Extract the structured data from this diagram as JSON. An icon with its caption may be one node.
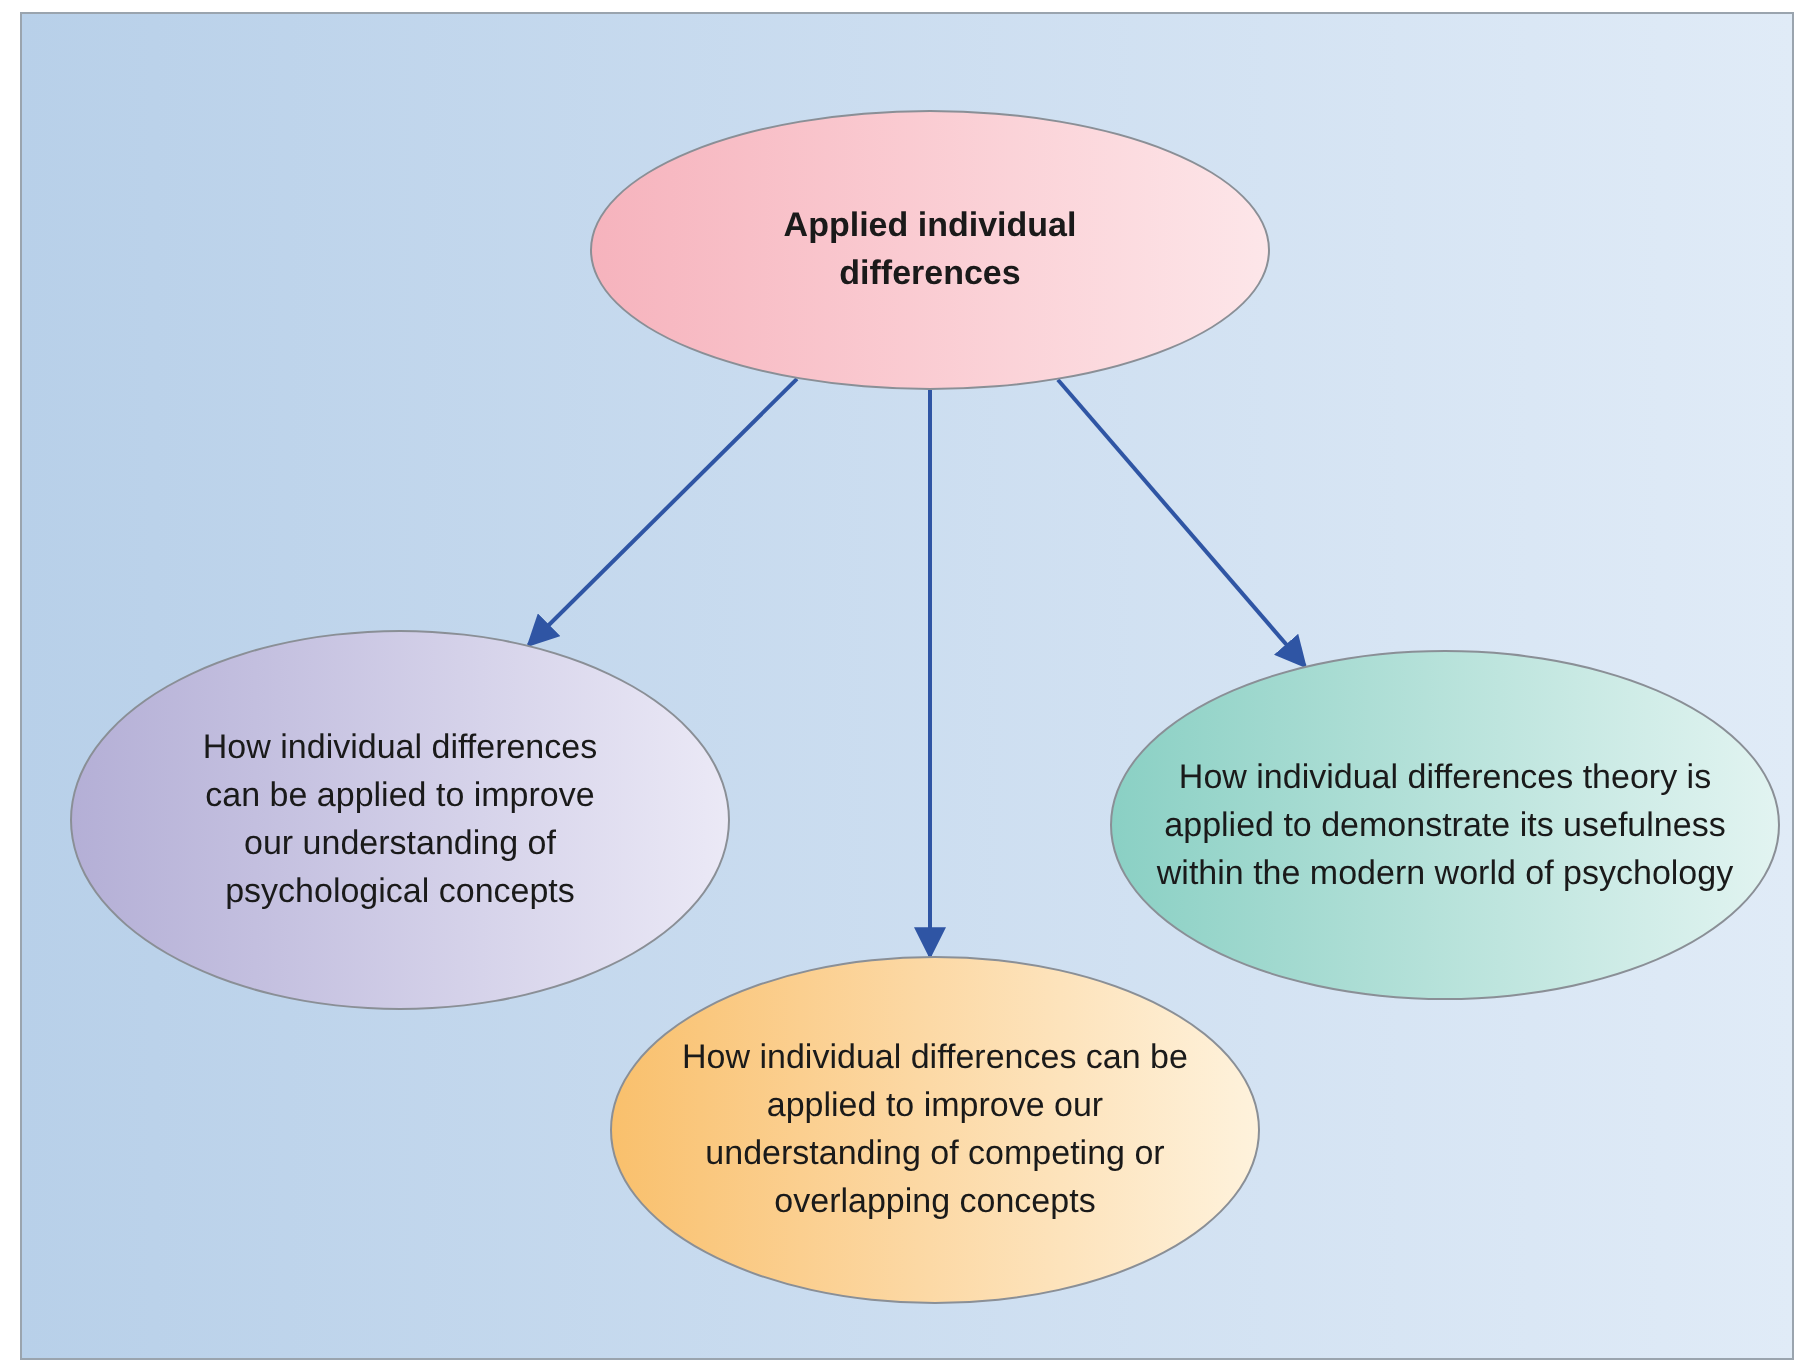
{
  "diagram": {
    "nodes": [
      {
        "text": [
          "Applied individual differences"
        ]
      },
      {
        "text": [
          "How individual differences can be applied to improve our understanding of psychological concepts"
        ]
      },
      {
        "text": [
          "How individual differences can be applied to improve our understanding of competing or overlapping concepts"
        ]
      },
      {
        "text": [
          "How individual differences theory is applied to demonstrate its usefulness within the modern world of psychology"
        ]
      }
    ],
    "edges": [
      {
        "from": 0,
        "to": 1,
        "arrow": "to"
      },
      {
        "from": 0,
        "to": 2,
        "arrow": "to"
      },
      {
        "from": 0,
        "to": 3,
        "arrow": "to"
      }
    ]
  }
}
